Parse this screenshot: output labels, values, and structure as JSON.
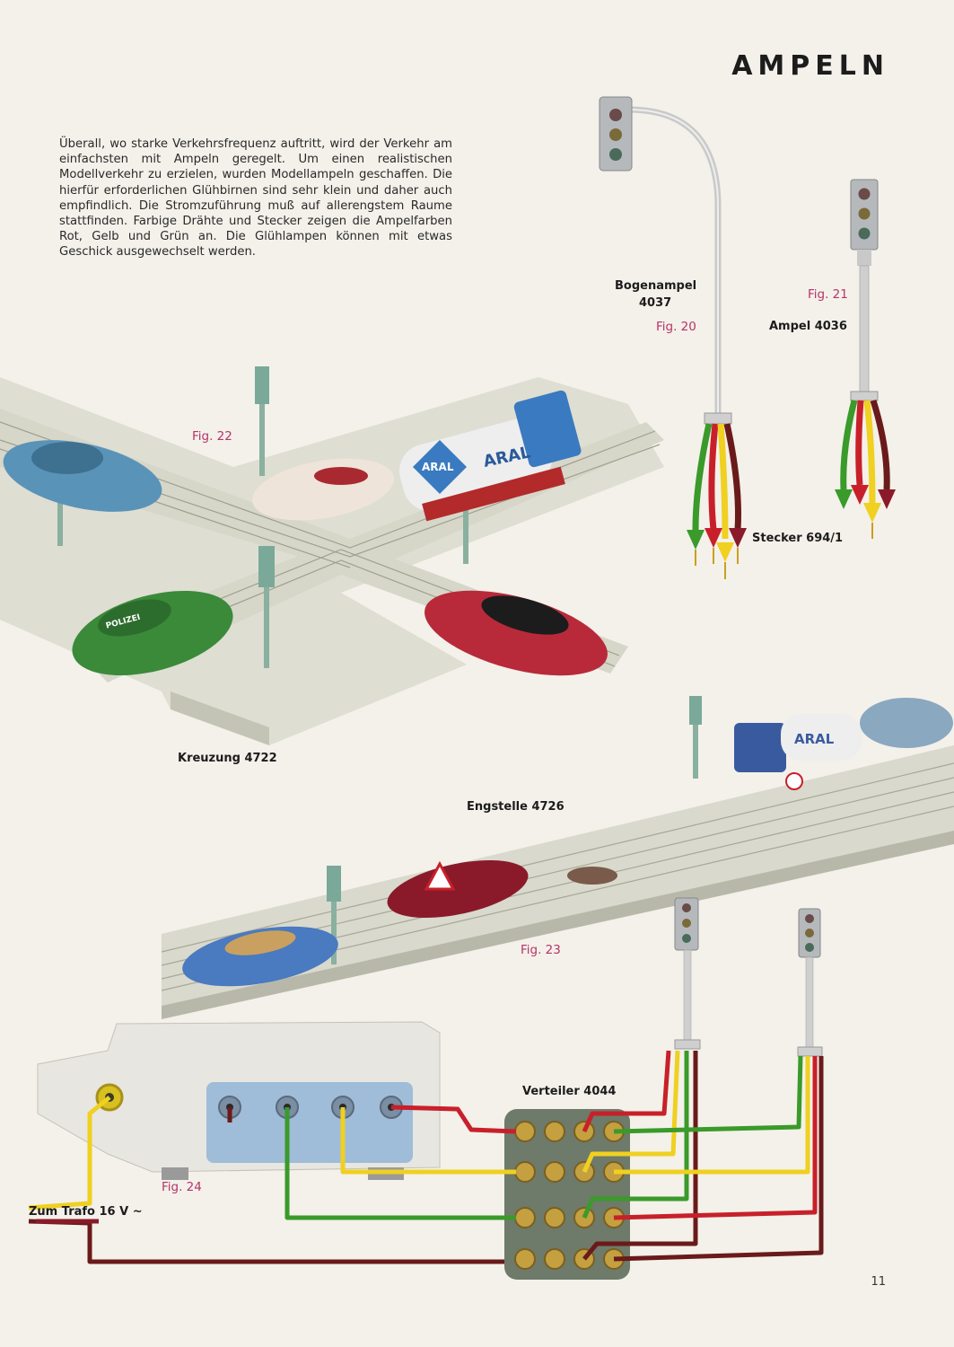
{
  "heading": "AMPELN",
  "intro": "Überall, wo starke Verkehrsfrequenz auftritt, wird der Verkehr am einfachsten mit Ampeln geregelt. Um einen realistischen Modellverkehr zu erzielen, wurden Modellampeln geschaffen. Die hierfür erforderlichen Glühbirnen sind sehr klein und daher auch empfindlich. Die Stromzuführung muß auf allerengstem Raume stattfinden. Farbige Drähte und Stecker zeigen die Ampelfarben Rot, Gelb und Grün an. Die Glühlampen können mit etwas Geschick ausgewechselt werden.",
  "labels": {
    "bogenampel_name": "Bogenampel",
    "bogenampel_number": "4037",
    "ampel": "Ampel 4036",
    "stecker": "Stecker 694/1",
    "kreuzung": "Kreuzung 4722",
    "engstelle": "Engstelle 4726",
    "verteiler": "Verteiler 4044",
    "trafo": "Zum Trafo 16 V ~"
  },
  "figures": {
    "fig20": "Fig. 20",
    "fig21": "Fig. 21",
    "fig22": "Fig. 22",
    "fig23": "Fig. 23",
    "fig24": "Fig. 24"
  },
  "vehicle_text": {
    "aral_1": "ARAL",
    "aral_2": "ARAL",
    "aral_3": "ARAL",
    "polizei": "POLIZEI"
  },
  "page_number": "11",
  "colors": {
    "red": "#c8202a",
    "yellow": "#f0d020",
    "green": "#3a9a2a",
    "brown": "#6a1a1a",
    "accent": "#b8336a"
  }
}
